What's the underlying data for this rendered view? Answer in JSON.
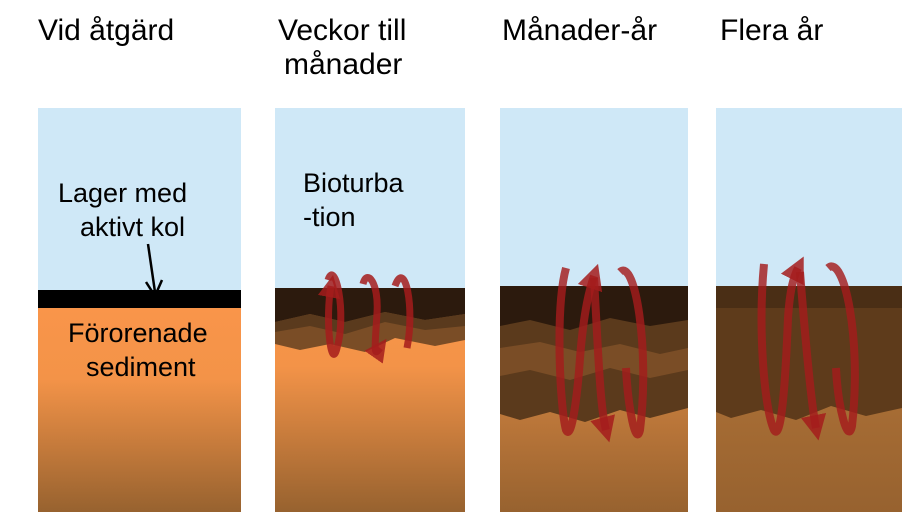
{
  "stages": [
    {
      "title_lines": [
        "Vid åtgärd"
      ]
    },
    {
      "title_lines": [
        "Veckor till",
        "månader"
      ]
    },
    {
      "title_lines": [
        "Månader-år"
      ]
    },
    {
      "title_lines": [
        "Flera år"
      ]
    }
  ],
  "labels": {
    "cap_line1": "Lager med",
    "cap_line2": "aktivt kol",
    "sediment_line1": "Förorenade",
    "sediment_line2": "sediment",
    "bio_line1": "Bioturba",
    "bio_line2": "-tion"
  },
  "colors": {
    "water": "#cfe8f7",
    "carbon_cap": "#000000",
    "contaminated_top": "#f9954a",
    "sediment_bottom": "#97622f",
    "mixed_dark": "#2c1a0d",
    "mixed_mid": "#6b4422",
    "arrow": "#a41c1c"
  }
}
